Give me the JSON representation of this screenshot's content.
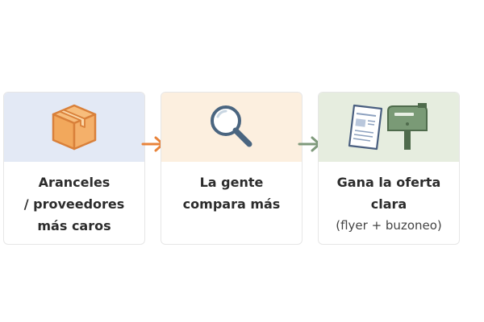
{
  "steps": [
    {
      "line1": "Aranceles",
      "line2": "/ proveedores",
      "line3": "más caros"
    },
    {
      "line1": "La gente",
      "line2": "compara más"
    },
    {
      "line1": "Gana la oferta",
      "line2": "clara",
      "sub": "(flyer + buzoneo)"
    }
  ],
  "colors": {
    "arrow_1": "#e8833a",
    "arrow_2": "#7f9a7c",
    "box": "#f2a85c",
    "box_stroke": "#d9803a",
    "magnifier_stroke": "#4a6580",
    "mailbox": "#7a9a76"
  },
  "icons": [
    "box-icon",
    "magnifier-icon",
    "flyer-icon",
    "mailbox-icon"
  ]
}
